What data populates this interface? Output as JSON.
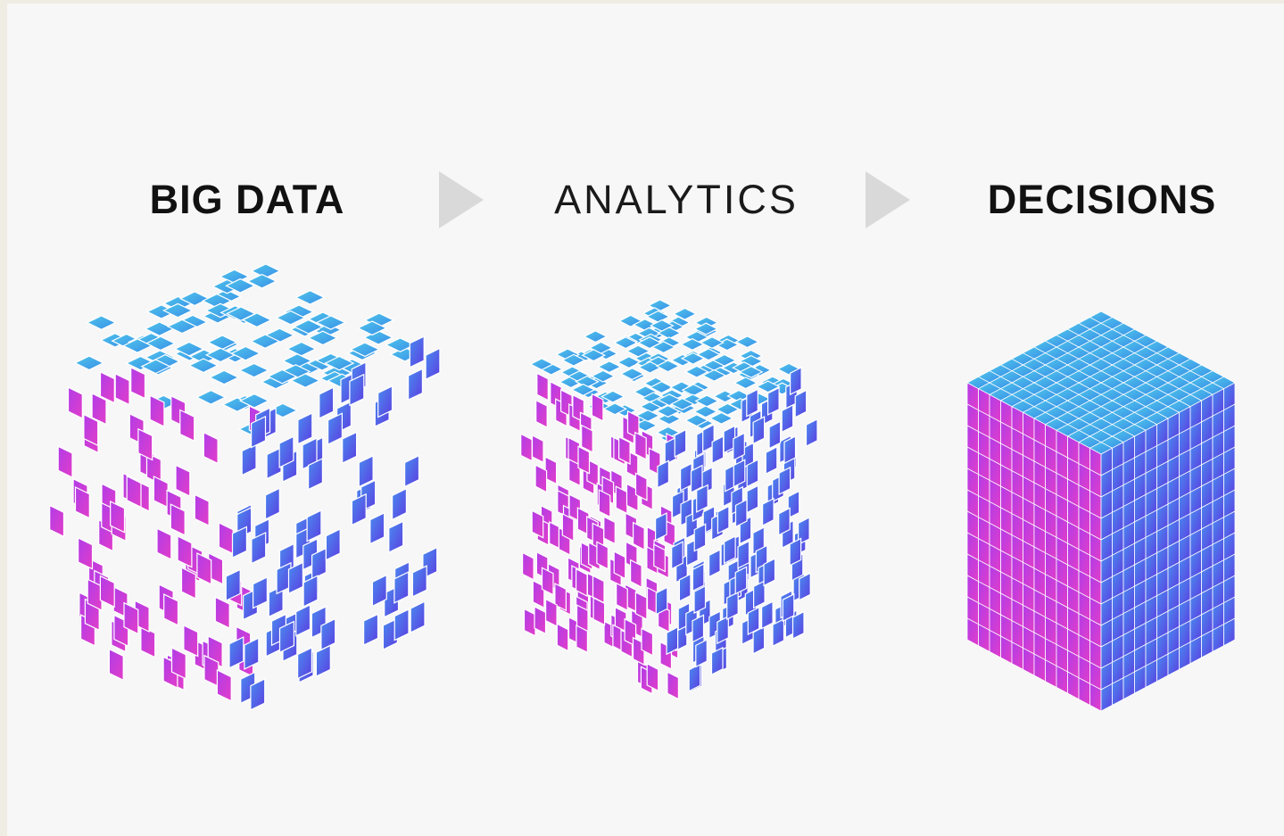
{
  "stages": [
    {
      "title": "BIG DATA",
      "weight": "bold",
      "fill_ratio": 0.5
    },
    {
      "title": "ANALYTICS",
      "weight": "light",
      "fill_ratio": 0.8
    },
    {
      "title": "DECISIONS",
      "weight": "bold",
      "fill_ratio": 1.0
    }
  ],
  "colors": {
    "background": "#f7f7f7",
    "frame": "#efece4",
    "arrow": "#d9d9d9",
    "top_face_light": "#4ec6ea",
    "top_face_dark": "#3a8ee8",
    "right_face_light": "#4a8cf0",
    "right_face_dark": "#5b3fe0",
    "left_face_light": "#b03de8",
    "left_face_dark": "#e33dc8",
    "grid_line": "#ffffff"
  },
  "icons": {
    "arrow": "triangle-right-icon"
  }
}
